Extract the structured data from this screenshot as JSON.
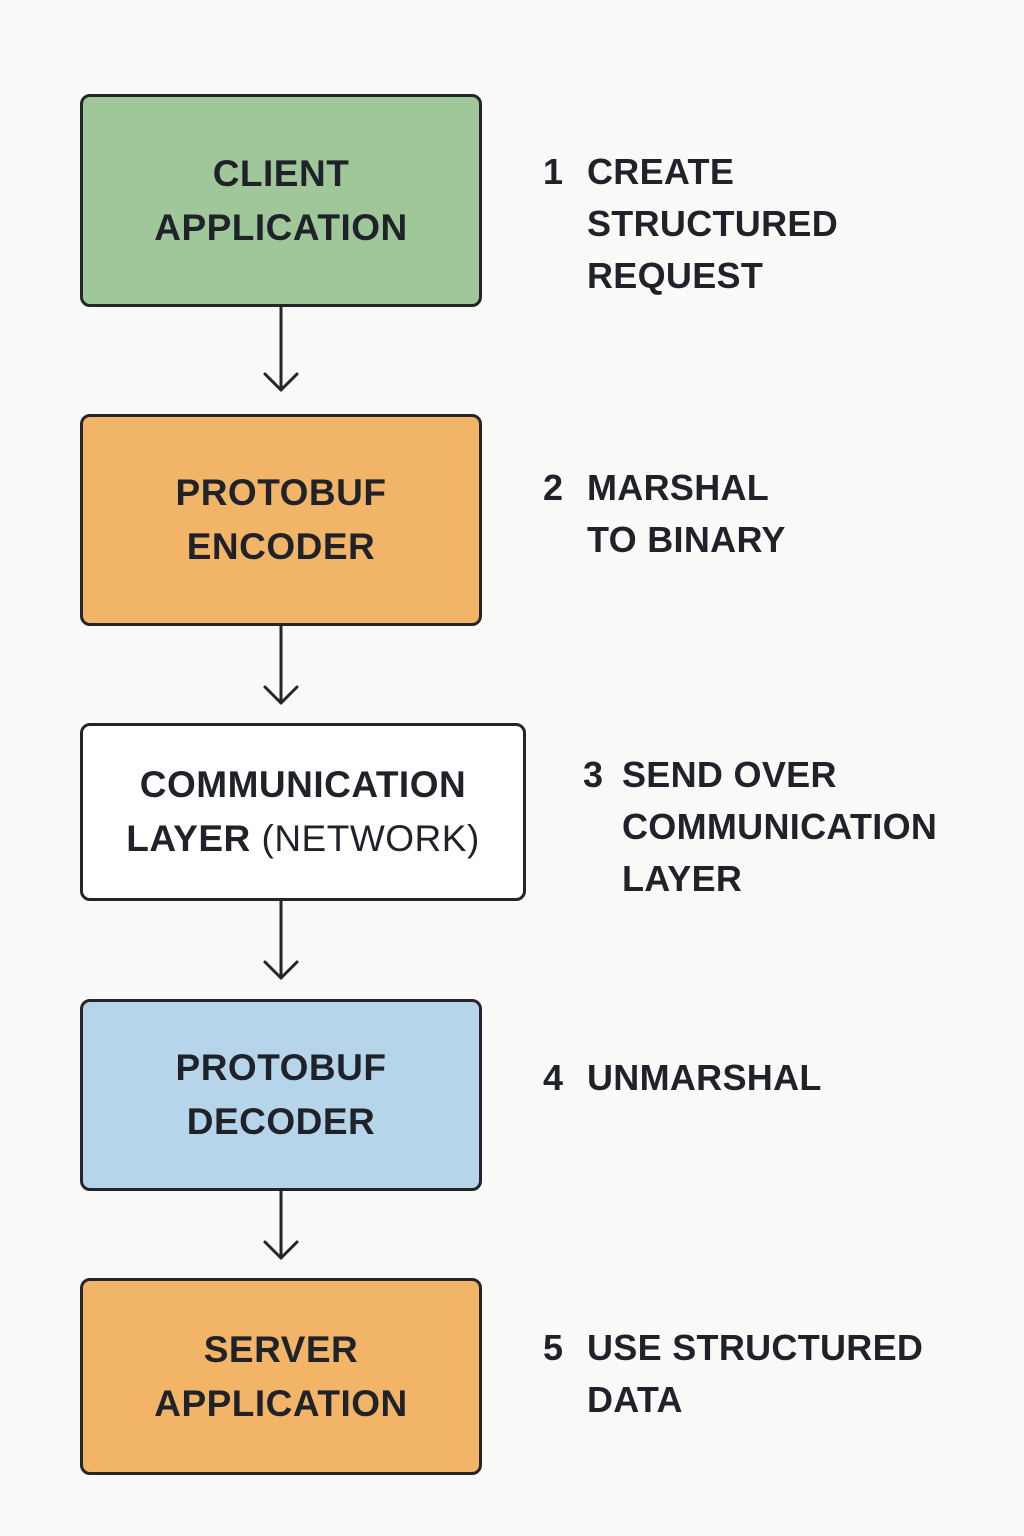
{
  "colors": {
    "client": "#a0c79a",
    "encoder": "#f2b466",
    "network": "#ffffff",
    "decoder": "#b7d5ea",
    "server": "#f2b466",
    "stroke": "#22262b"
  },
  "boxes": [
    {
      "lines": [
        "CLIENT",
        "APPLICATION"
      ]
    },
    {
      "lines": [
        "PROTOBUF",
        "ENCODER"
      ]
    },
    {
      "lines": [
        "COMMUNICATION",
        "LAYER"
      ],
      "suffix": "(NETWORK)"
    },
    {
      "lines": [
        "PROTOBUF",
        "DECODER"
      ]
    },
    {
      "lines": [
        "SERVER",
        "APPLICATION"
      ]
    }
  ],
  "steps": [
    {
      "number": "1",
      "lines": [
        "CREATE",
        "STRUCTURED",
        "REQUEST"
      ]
    },
    {
      "number": "2",
      "lines": [
        "MARSHAL",
        "TO BINARY"
      ]
    },
    {
      "number": "3",
      "lines": [
        "SEND OVER",
        "COMMUNICATION",
        "LAYER"
      ]
    },
    {
      "number": "4",
      "lines": [
        "UNMARSHAL"
      ]
    },
    {
      "number": "5",
      "lines": [
        "USE STRUCTURED",
        "DATA"
      ]
    }
  ]
}
